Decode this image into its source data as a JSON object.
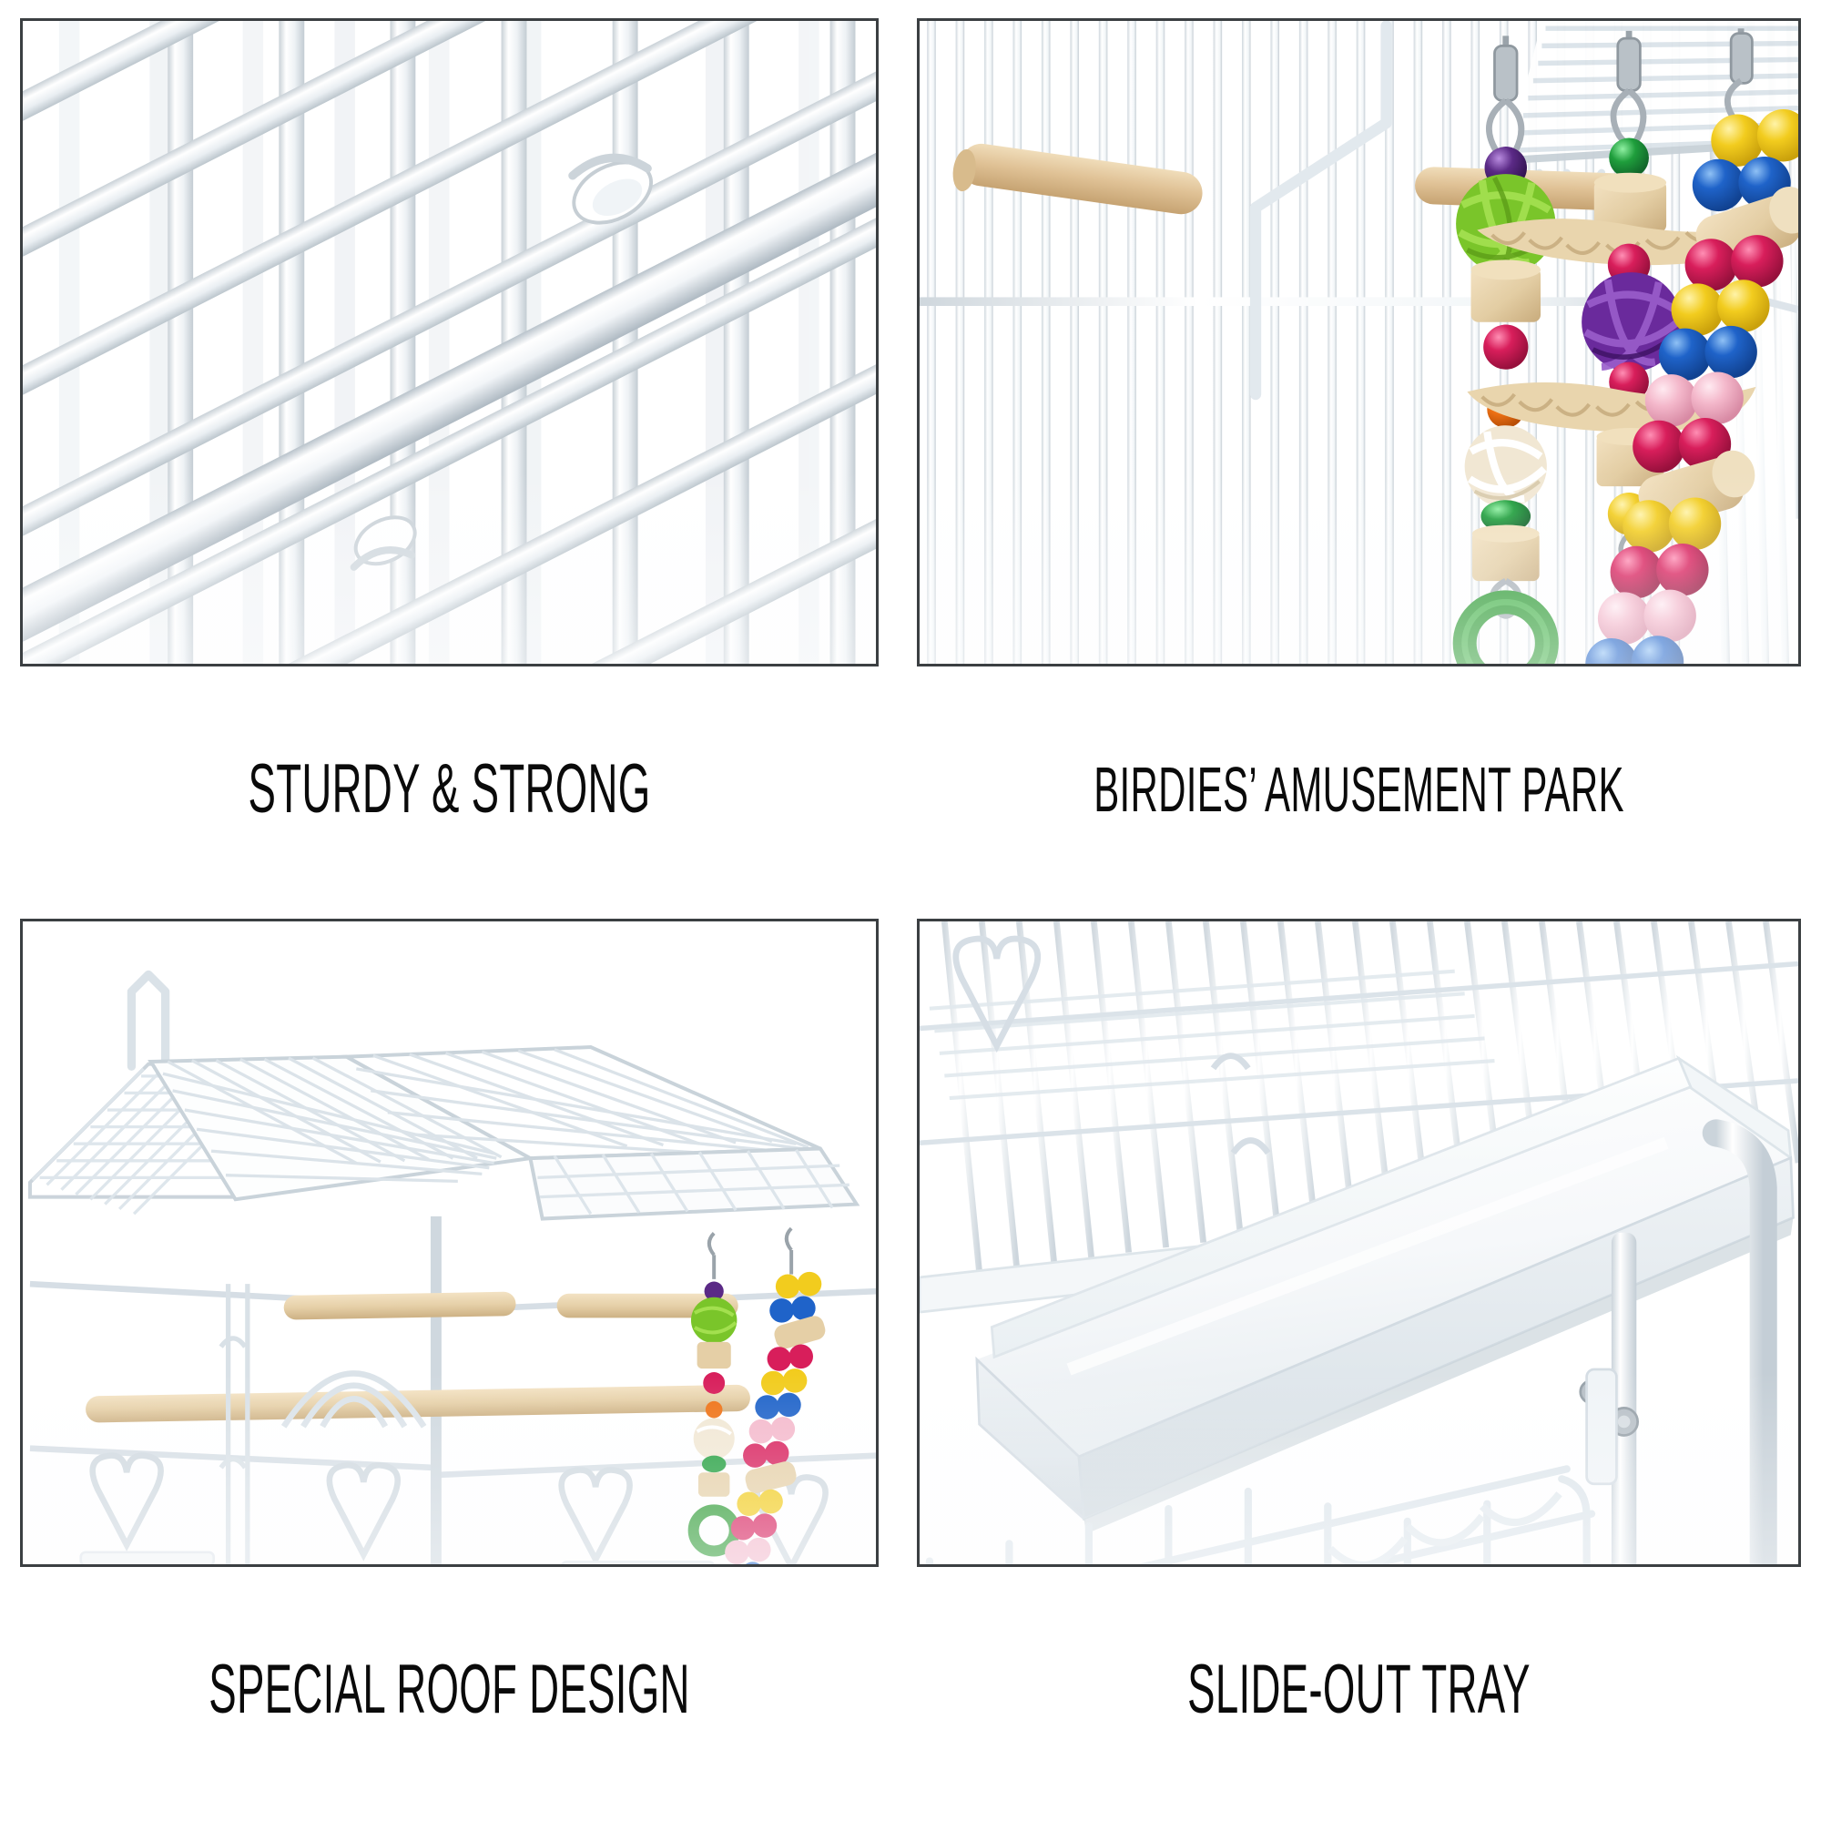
{
  "page": {
    "type": "product-feature-collage",
    "product": "white metal bird cage with stand",
    "background_color": "#ffffff",
    "panel_border_color": "#3b3f42",
    "caption_color": "#0a0a0a",
    "layout": "2x2 grid of photos, each with an uppercase condensed caption below"
  },
  "panels": [
    {
      "id": "sturdy-strong",
      "position": "top-left",
      "caption": "STURDY & STRONG",
      "scene": "extreme close-up of white powder-coated wire mesh joints, horizontal bars crossing diagonal bars",
      "colors": {
        "wire": "#e9edf0",
        "wire_shadow": "#c6ced4",
        "wire_highlight": "#ffffff",
        "background": "#ffffff"
      }
    },
    {
      "id": "birdies-amusement-park",
      "position": "top-right",
      "caption": "BIRDIES’ AMUSEMENT PARK",
      "scene": "inside of cage with vertical white bars, natural wood perches and three hanging bird toys with beads, rattan balls and woven mats",
      "toys": [
        {
          "name": "green-rattan-ball-toy",
          "parts": [
            "purple bead",
            "green rattan ball",
            "wood block",
            "magenta bead",
            "orange bead",
            "white rattan ball",
            "green bead",
            "wood block",
            "green wooden ring"
          ]
        },
        {
          "name": "purple-rattan-mat-toy",
          "parts": [
            "green bead",
            "wood block",
            "woven straw mat",
            "crimson bead",
            "purple rattan ball",
            "crimson bead",
            "woven straw mat",
            "wood block",
            "yellow bead"
          ]
        },
        {
          "name": "bead-ladder-toy",
          "parts": [
            "yellow beads",
            "blue beads",
            "wood block",
            "crimson beads",
            "yellow beads",
            "blue beads",
            "pink beads",
            "wood block",
            "yellow beads",
            "blue beads",
            "pink beads",
            "crimson beads",
            "wood block"
          ]
        }
      ],
      "colors": {
        "bar": "#eef2f5",
        "wood": "#e3c99a",
        "wood_dark": "#c9a771",
        "bead_blue": "#1a5fc4",
        "bead_pink": "#f4b8cb",
        "bead_crimson": "#d81e5b",
        "bead_yellow": "#f2cc1e",
        "bead_green": "#1f9e3c",
        "bead_purple": "#5b2a86",
        "bead_orange": "#ef7215",
        "rattan_green": "#7ac52a",
        "rattan_purple": "#6a2a9c",
        "rattan_white": "#f3ead6",
        "ring_green": "#2d9b33",
        "clip_metal": "#9aa3aa"
      }
    },
    {
      "id": "special-roof-design",
      "position": "bottom-left",
      "caption": "SPECIAL ROOF DESIGN",
      "scene": "three-quarter view of full white cage showing gabled mesh roof, carry handle, wooden perches, heart-shaped wire feeder guards and hanging toys",
      "colors": {
        "wire": "#dfe6eb",
        "wire_line": "#b9c4cc",
        "wood": "#e7d2aa",
        "cup": "#f4f6f8"
      }
    },
    {
      "id": "slide-out-tray",
      "position": "bottom-right",
      "caption": "SLIDE-OUT TRAY",
      "scene": "white plastic slide-out bottom tray pulled from cage base, metal stand legs with screws and wire storage basket below",
      "colors": {
        "tray": "#fbfcfd",
        "tray_shade": "#dfe5ea",
        "frame": "#eef2f5",
        "screw": "#b4bcc3"
      }
    }
  ]
}
